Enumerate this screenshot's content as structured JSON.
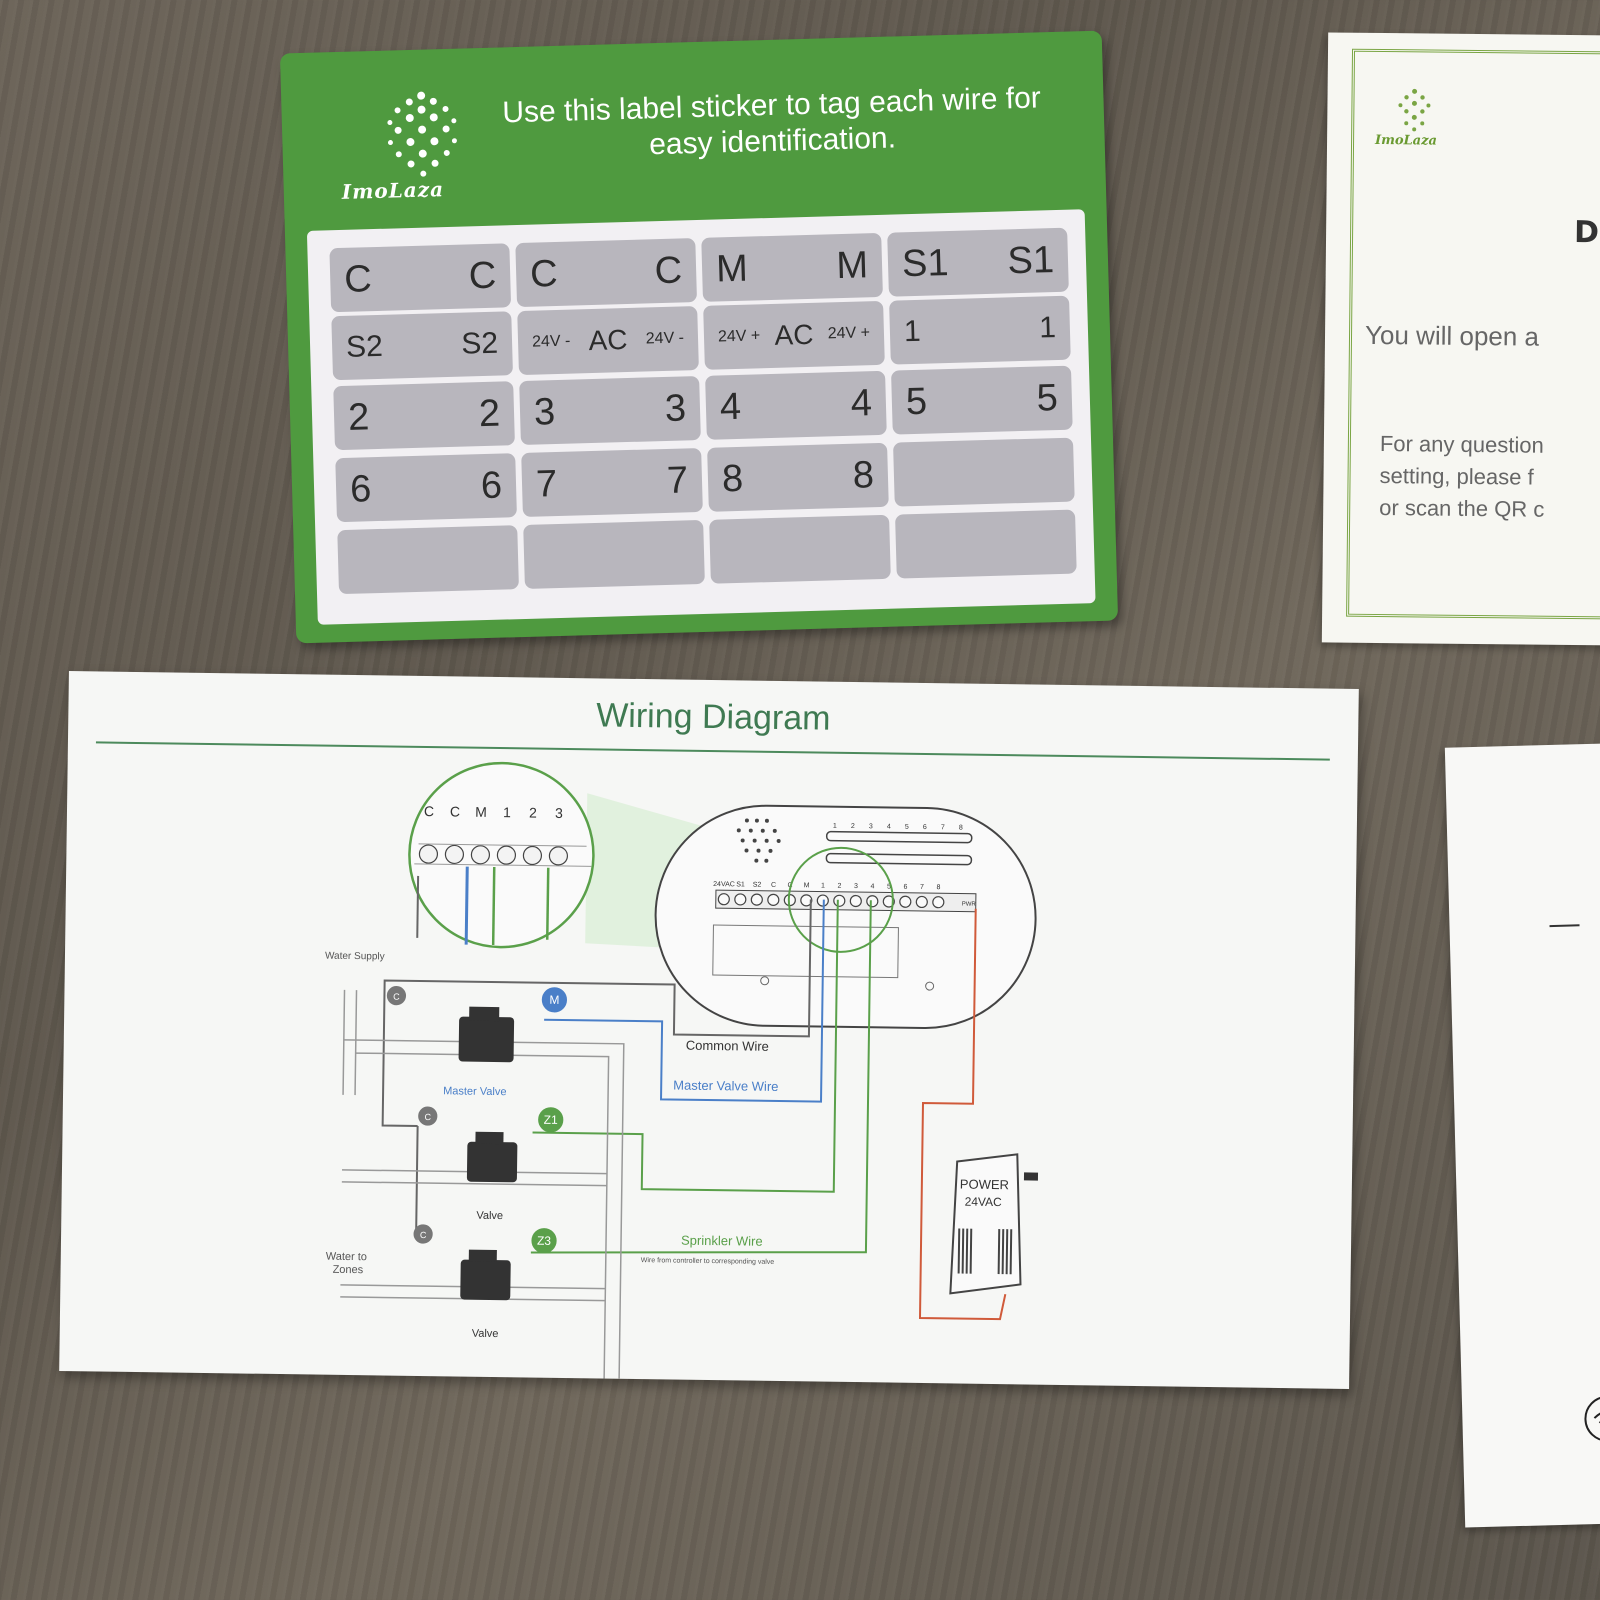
{
  "sticker_card": {
    "instruction": "Use this label sticker to tag each wire for easy identification.",
    "brand": "ImoLaza",
    "rows": [
      [
        [
          "C",
          "C"
        ],
        [
          "C",
          "C"
        ],
        [
          "M",
          "M"
        ],
        [
          "S1",
          "S1"
        ]
      ],
      [
        [
          "S2",
          "S2"
        ],
        [
          "24V -",
          "AC",
          "24V -"
        ],
        [
          "24V +",
          "AC",
          "24V +"
        ],
        [
          "1",
          "1"
        ]
      ],
      [
        [
          "2",
          "2"
        ],
        [
          "3",
          "3"
        ],
        [
          "4",
          "4"
        ],
        [
          "5",
          "5"
        ]
      ],
      [
        [
          "6",
          "6"
        ],
        [
          "7",
          "7"
        ],
        [
          "8",
          "8"
        ],
        [
          "",
          ""
        ]
      ],
      [
        [
          "",
          ""
        ],
        [
          "",
          ""
        ],
        [
          "",
          ""
        ],
        [
          "",
          ""
        ]
      ]
    ]
  },
  "right_document": {
    "brand": "ImoLaza",
    "heading_fragment": "D",
    "line1": "You will open a",
    "lines": [
      "For any question",
      "setting, please f",
      "or scan the QR c"
    ]
  },
  "wiring_diagram": {
    "title": "Wiring Diagram",
    "zoom_terminals": [
      "C",
      "C",
      "M",
      "1",
      "2",
      "3"
    ],
    "controller_top_numbers": [
      "1",
      "2",
      "3",
      "4",
      "5",
      "6",
      "7",
      "8"
    ],
    "controller_terminals": [
      "24VAC",
      "S1",
      "S2",
      "C",
      "C",
      "M",
      "1",
      "2",
      "3",
      "4",
      "5",
      "6",
      "7",
      "8"
    ],
    "pwr_label": "PWR",
    "badges": [
      "C",
      "M",
      "C",
      "Z1",
      "C",
      "Z3"
    ],
    "labels": {
      "water_supply": "Water Supply",
      "master_valve": "Master Valve",
      "valve": "Valve",
      "water_to_zones_1": "Water to",
      "water_to_zones_2": "Zones",
      "common_wire": "Common Wire",
      "master_valve_wire": "Master Valve Wire",
      "sprinkler_wire": "Sprinkler Wire",
      "sprinkler_sub": "Wire from controller to corresponding valve",
      "power_1": "POWER",
      "power_2": "24VAC"
    },
    "colors": {
      "common": "#666666",
      "master": "#4a7fc8",
      "zone": "#5aa04a",
      "power": "#d05a3a"
    }
  }
}
